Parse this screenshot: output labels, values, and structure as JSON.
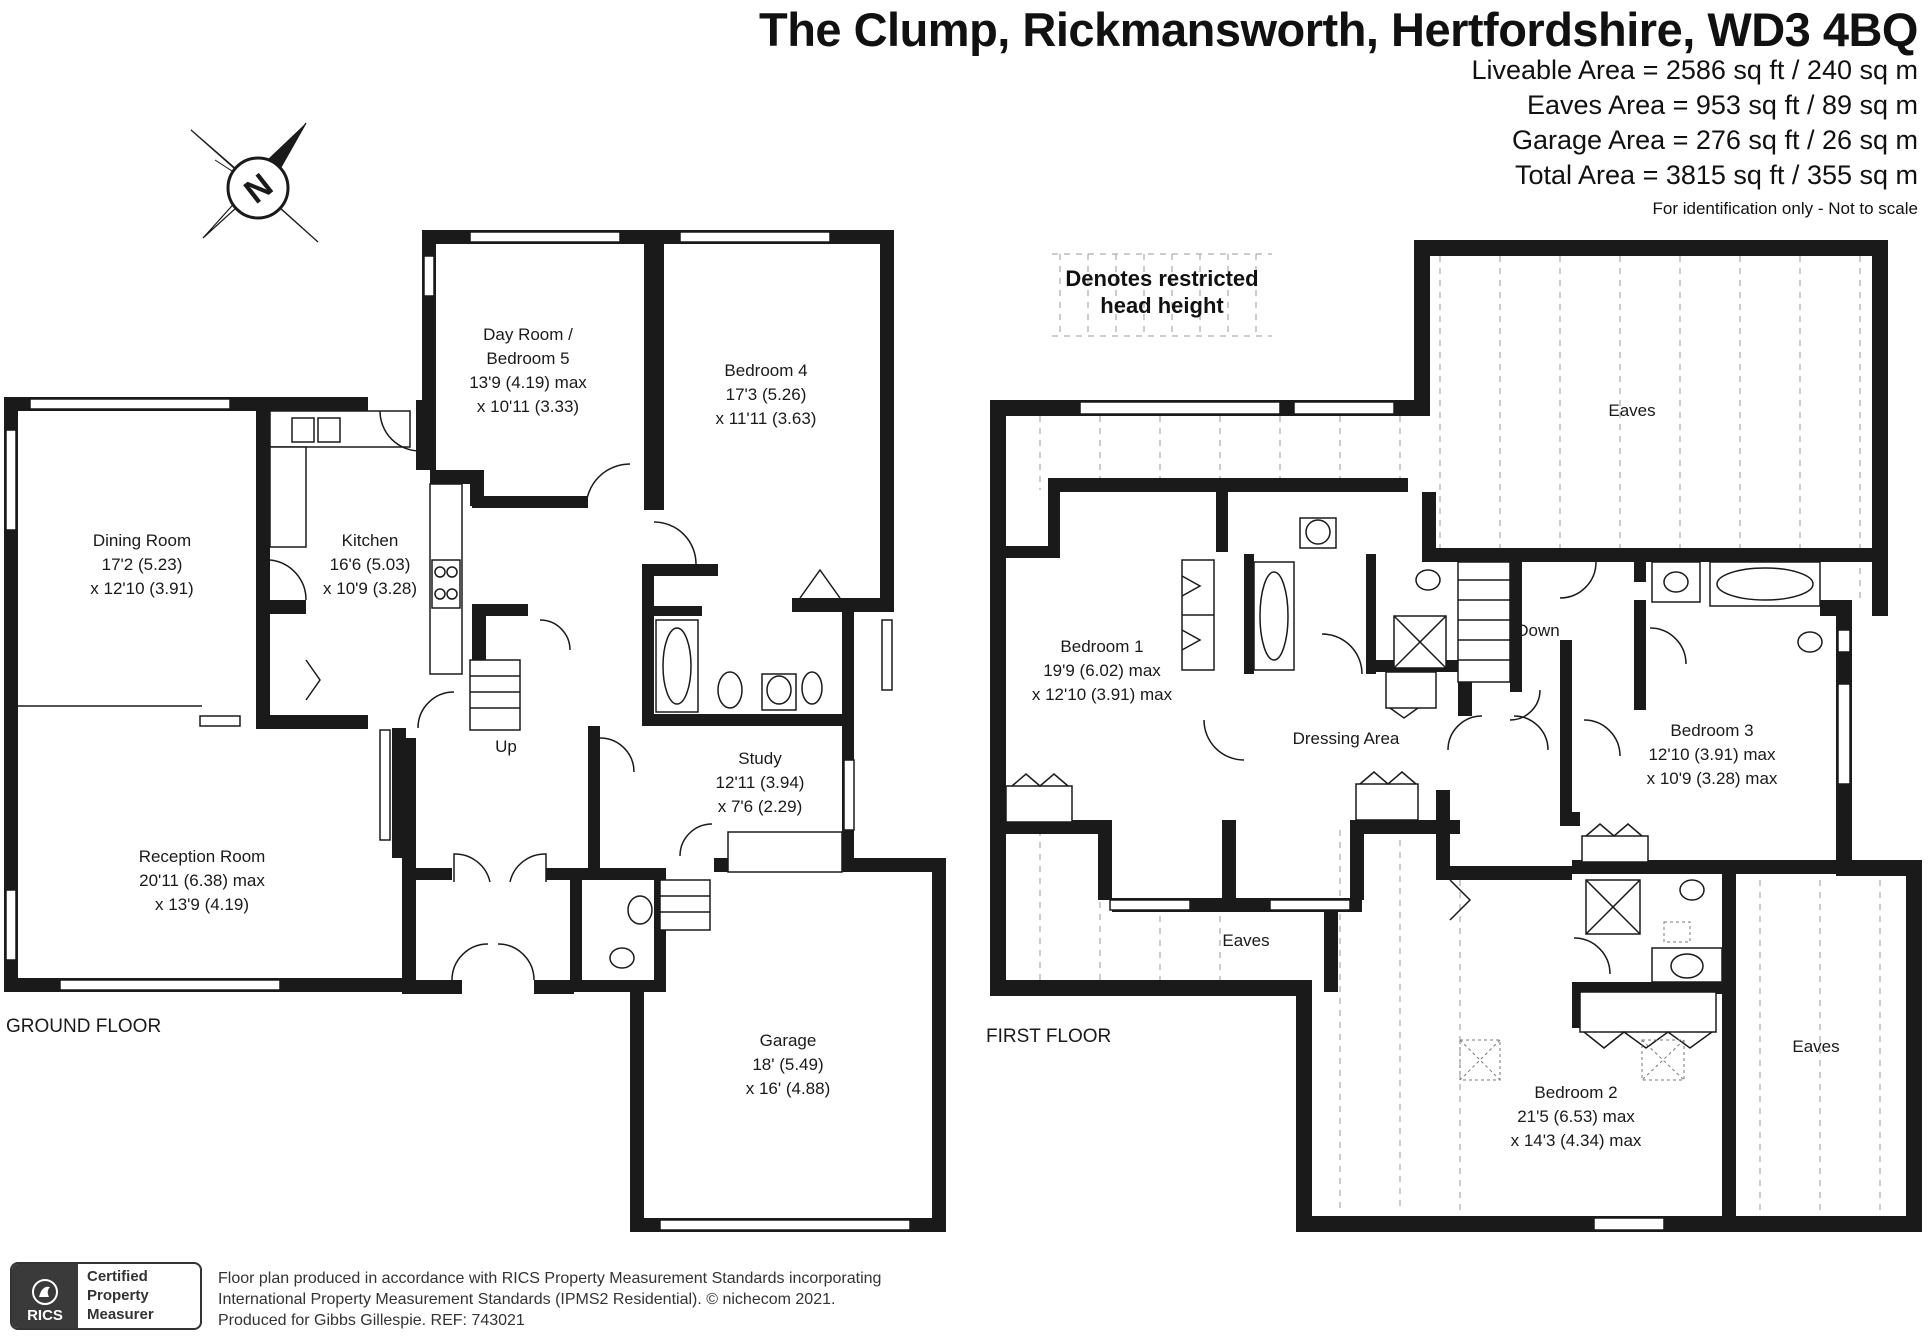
{
  "header": {
    "address": "The Clump, Rickmansworth, Hertfordshire, WD3 4BQ",
    "areas": [
      "Liveable Area = 2586 sq ft / 240 sq m",
      "Eaves Area = 953 sq ft / 89 sq m",
      "Garage Area  = 276 sq ft / 26 sq m",
      "Total Area = 3815 sq ft / 355 sq m"
    ],
    "note": "For identification only - Not to scale"
  },
  "legend": {
    "restricted_line1": "Denotes restricted",
    "restricted_line2": "head height"
  },
  "compass": {
    "letter": "N"
  },
  "ground_floor": {
    "label": "GROUND FLOOR",
    "rooms": {
      "dining": [
        "Dining Room",
        "17'2 (5.23)",
        "x 12'10 (3.91)"
      ],
      "kitchen": [
        "Kitchen",
        "16'6 (5.03)",
        "x 10'9 (3.28)"
      ],
      "day_room": [
        "Day Room /",
        "Bedroom 5",
        "13'9 (4.19) max",
        "x 10'11 (3.33)"
      ],
      "bedroom4": [
        "Bedroom 4",
        "17'3 (5.26)",
        "x 11'11 (3.63)"
      ],
      "study": [
        "Study",
        "12'11 (3.94)",
        "x 7'6 (2.29)"
      ],
      "reception": [
        "Reception Room",
        "20'11 (6.38) max",
        "x 13'9 (4.19)"
      ],
      "garage": [
        "Garage",
        "18' (5.49)",
        "x 16' (4.88)"
      ],
      "up": "Up"
    }
  },
  "first_floor": {
    "label": "FIRST FLOOR",
    "rooms": {
      "eaves_top": "Eaves",
      "bedroom1": [
        "Bedroom 1",
        "19'9 (6.02) max",
        "x 12'10 (3.91) max"
      ],
      "dressing": "Dressing Area",
      "down": "Down",
      "bedroom3": [
        "Bedroom 3",
        "12'10 (3.91) max",
        "x 10'9 (3.28) max"
      ],
      "eaves_mid": "Eaves",
      "bedroom2": [
        "Bedroom 2",
        "21'5 (6.53) max",
        "x 14'3 (4.34) max"
      ],
      "eaves_right": "Eaves"
    }
  },
  "footer": {
    "line1": "Floor plan produced in accordance with RICS Property Measurement Standards incorporating",
    "line2": "International Property Measurement Standards (IPMS2 Residential).   © nichecom 2021.",
    "line3": "Produced for Gibbs Gillespie.   REF: 743021"
  },
  "badge": {
    "org": "RICS",
    "line1": "Certified",
    "line2": "Property",
    "line3": "Measurer"
  }
}
